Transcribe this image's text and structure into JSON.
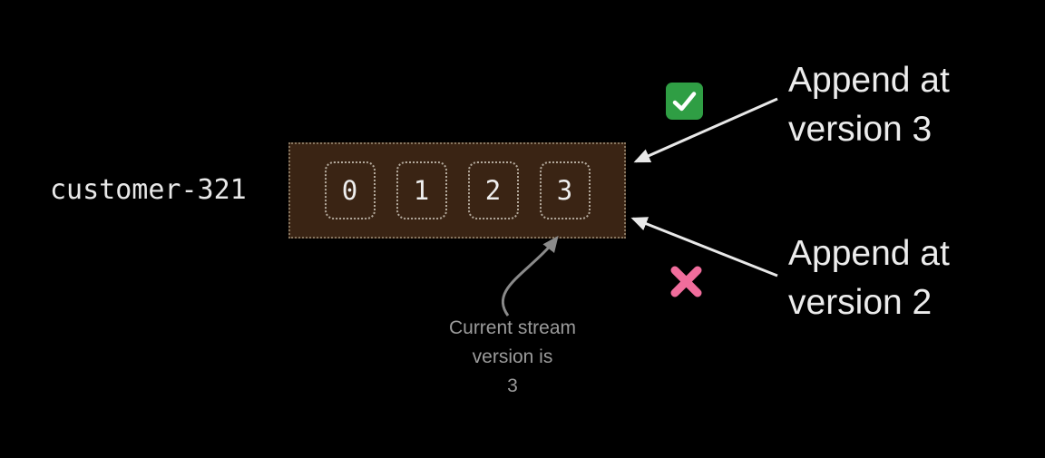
{
  "stream": {
    "label": "customer-321",
    "events": [
      "0",
      "1",
      "2",
      "3"
    ]
  },
  "annotations": {
    "append_ok_line1": "Append at",
    "append_ok_line2": "version 3",
    "append_fail_line1": "Append at",
    "append_fail_line2": "version 2",
    "note_line1": "Current stream",
    "note_line2": "version is",
    "note_line3": "3"
  },
  "icons": {
    "success": "check-icon",
    "failure": "cross-icon"
  },
  "colors": {
    "background": "#000000",
    "stream_fill": "#3a2414",
    "stream_border": "#85755f",
    "cell_border": "#b3a99c",
    "text": "#ececec",
    "muted": "#9b9b9b",
    "success_green": "#2f9e44",
    "check_white": "#ffffff",
    "failure_pink": "#f06d9c",
    "arrow_white": "#e8e8e8",
    "arrow_gray": "#8a8a8a"
  }
}
